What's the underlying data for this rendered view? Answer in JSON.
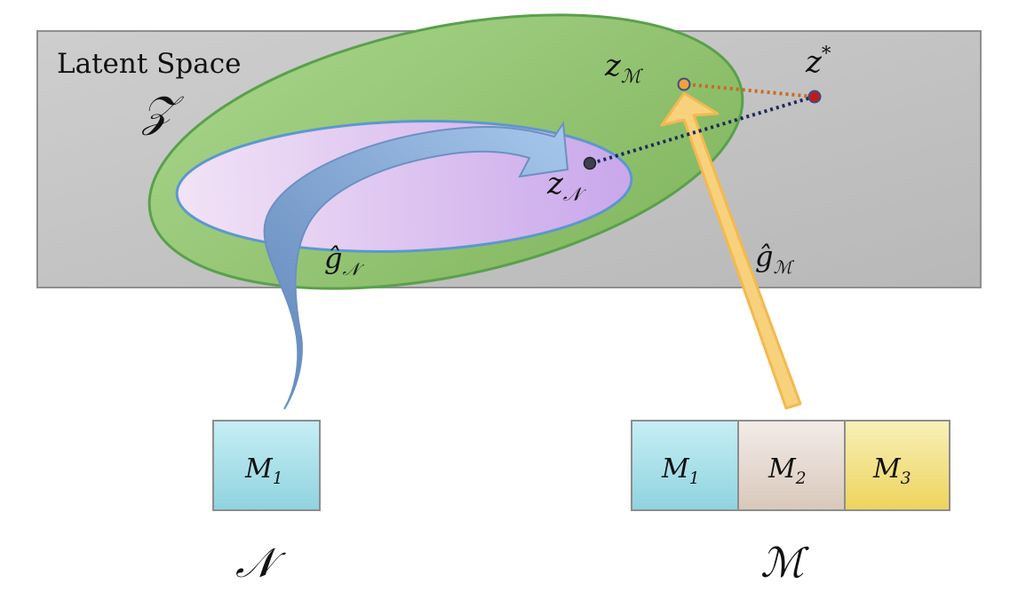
{
  "latent_space": {
    "title": "Latent Space",
    "symbol": "𝒵"
  },
  "points": {
    "z_n": {
      "base": "z",
      "sub": "𝒩"
    },
    "z_m": {
      "base": "z",
      "sub": "ℳ"
    },
    "z_star": {
      "base": "z",
      "sup": "*"
    }
  },
  "mappings": {
    "g_n": {
      "base": "ĝ",
      "sub": "𝒩"
    },
    "g_m": {
      "base": "ĝ",
      "sub": "ℳ"
    }
  },
  "left_set": {
    "label": "𝒩",
    "modules": [
      {
        "base": "M",
        "sub": "1"
      }
    ]
  },
  "right_set": {
    "label": "ℳ",
    "modules": [
      {
        "base": "M",
        "sub": "1"
      },
      {
        "base": "M",
        "sub": "2"
      },
      {
        "base": "M",
        "sub": "3"
      }
    ]
  },
  "colors": {
    "latent_bg": "#c6c6c6",
    "green_region": "#8dbf6a",
    "purple_region": "#d3b9ea",
    "blue_arrow": "#6f95c8",
    "yellow_arrow": "#f7c765",
    "m1": "#9fd7e1",
    "m2": "#e6d7cd",
    "m3": "#f2de74"
  }
}
